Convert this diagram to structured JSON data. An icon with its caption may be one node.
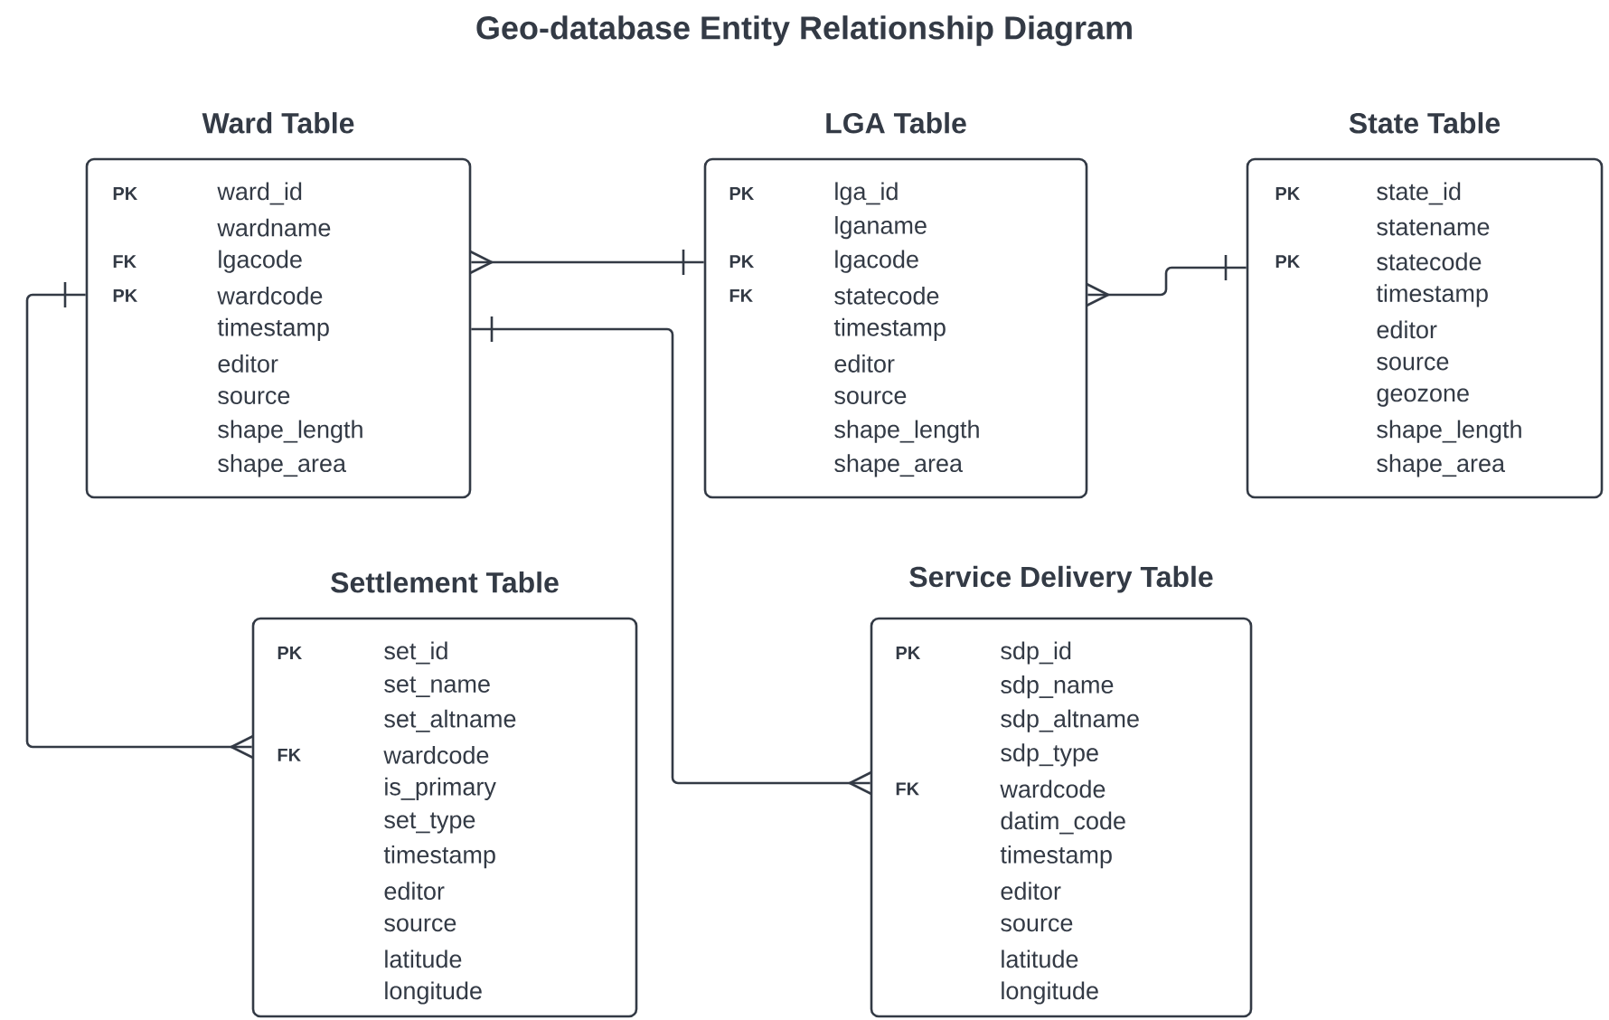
{
  "diagram": {
    "title": "Geo-database Entity Relationship Diagram",
    "nodes": [
      {
        "text": [
          "Ward Table",
          "PK",
          "ward_id",
          "wardname",
          "FK",
          "lgacode",
          "PK",
          "wardcode",
          "timestamp",
          "editor",
          "source",
          "shape_length",
          "shape_area"
        ]
      },
      {
        "text": [
          "LGA Table",
          "PK",
          "lga_id",
          "lganame",
          "PK",
          "lgacode",
          "FK",
          "statecode",
          "timestamp",
          "editor",
          "source",
          "shape_length",
          "shape_area"
        ]
      },
      {
        "text": [
          "State Table",
          "PK",
          "state_id",
          "statename",
          "PK",
          "statecode",
          "timestamp",
          "editor",
          "source",
          "geozone",
          "shape_length",
          "shape_area"
        ]
      },
      {
        "text": [
          "Settlement Table",
          "PK",
          "set_id",
          "set_name",
          "set_altname",
          "FK",
          "wardcode",
          "is_primary",
          "set_type",
          "timestamp",
          "editor",
          "source",
          "latitude",
          "longitude"
        ]
      },
      {
        "text": [
          "Service Delivery Table",
          "PK",
          "sdp_id",
          "sdp_name",
          "sdp_altname",
          "sdp_type",
          "FK",
          "wardcode",
          "datim_code",
          "timestamp",
          "editor",
          "source",
          "latitude",
          "longitude"
        ]
      }
    ],
    "edges": [
      {
        "from": 0,
        "to": 1,
        "arrow": "other"
      },
      {
        "from": 1,
        "to": 2,
        "arrow": "other"
      },
      {
        "from": 0,
        "to": 3,
        "arrow": "other"
      },
      {
        "from": 0,
        "to": 4,
        "arrow": "other"
      }
    ]
  }
}
